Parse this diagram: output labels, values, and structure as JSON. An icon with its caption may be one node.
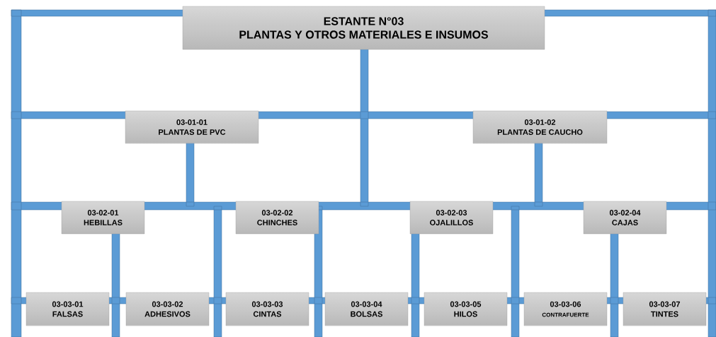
{
  "diagram": {
    "nodes": [
      {
        "text": [
          "ESTANTE N°03",
          "PLANTAS Y OTROS MATERIALES E INSUMOS"
        ]
      },
      {
        "text": [
          "03-01-01",
          "PLANTAS DE PVC"
        ]
      },
      {
        "text": [
          "03-01-02",
          "PLANTAS DE CAUCHO"
        ]
      },
      {
        "text": [
          "03-02-01",
          "HEBILLAS"
        ]
      },
      {
        "text": [
          "03-02-02",
          "CHINCHES"
        ]
      },
      {
        "text": [
          "03-02-03",
          "OJALILLOS"
        ]
      },
      {
        "text": [
          "03-02-04",
          "CAJAS"
        ]
      },
      {
        "text": [
          "03-03-01",
          "FALSAS"
        ]
      },
      {
        "text": [
          "03-03-02",
          "ADHESIVOS"
        ]
      },
      {
        "text": [
          "03-03-03",
          "CINTAS"
        ]
      },
      {
        "text": [
          "03-03-04",
          "BOLSAS"
        ]
      },
      {
        "text": [
          "03-03-05",
          "HILOS"
        ]
      },
      {
        "text": [
          "03-03-06",
          "CONTRAFUERTE"
        ]
      },
      {
        "text": [
          "03-03-07",
          "TINTES"
        ]
      }
    ]
  }
}
